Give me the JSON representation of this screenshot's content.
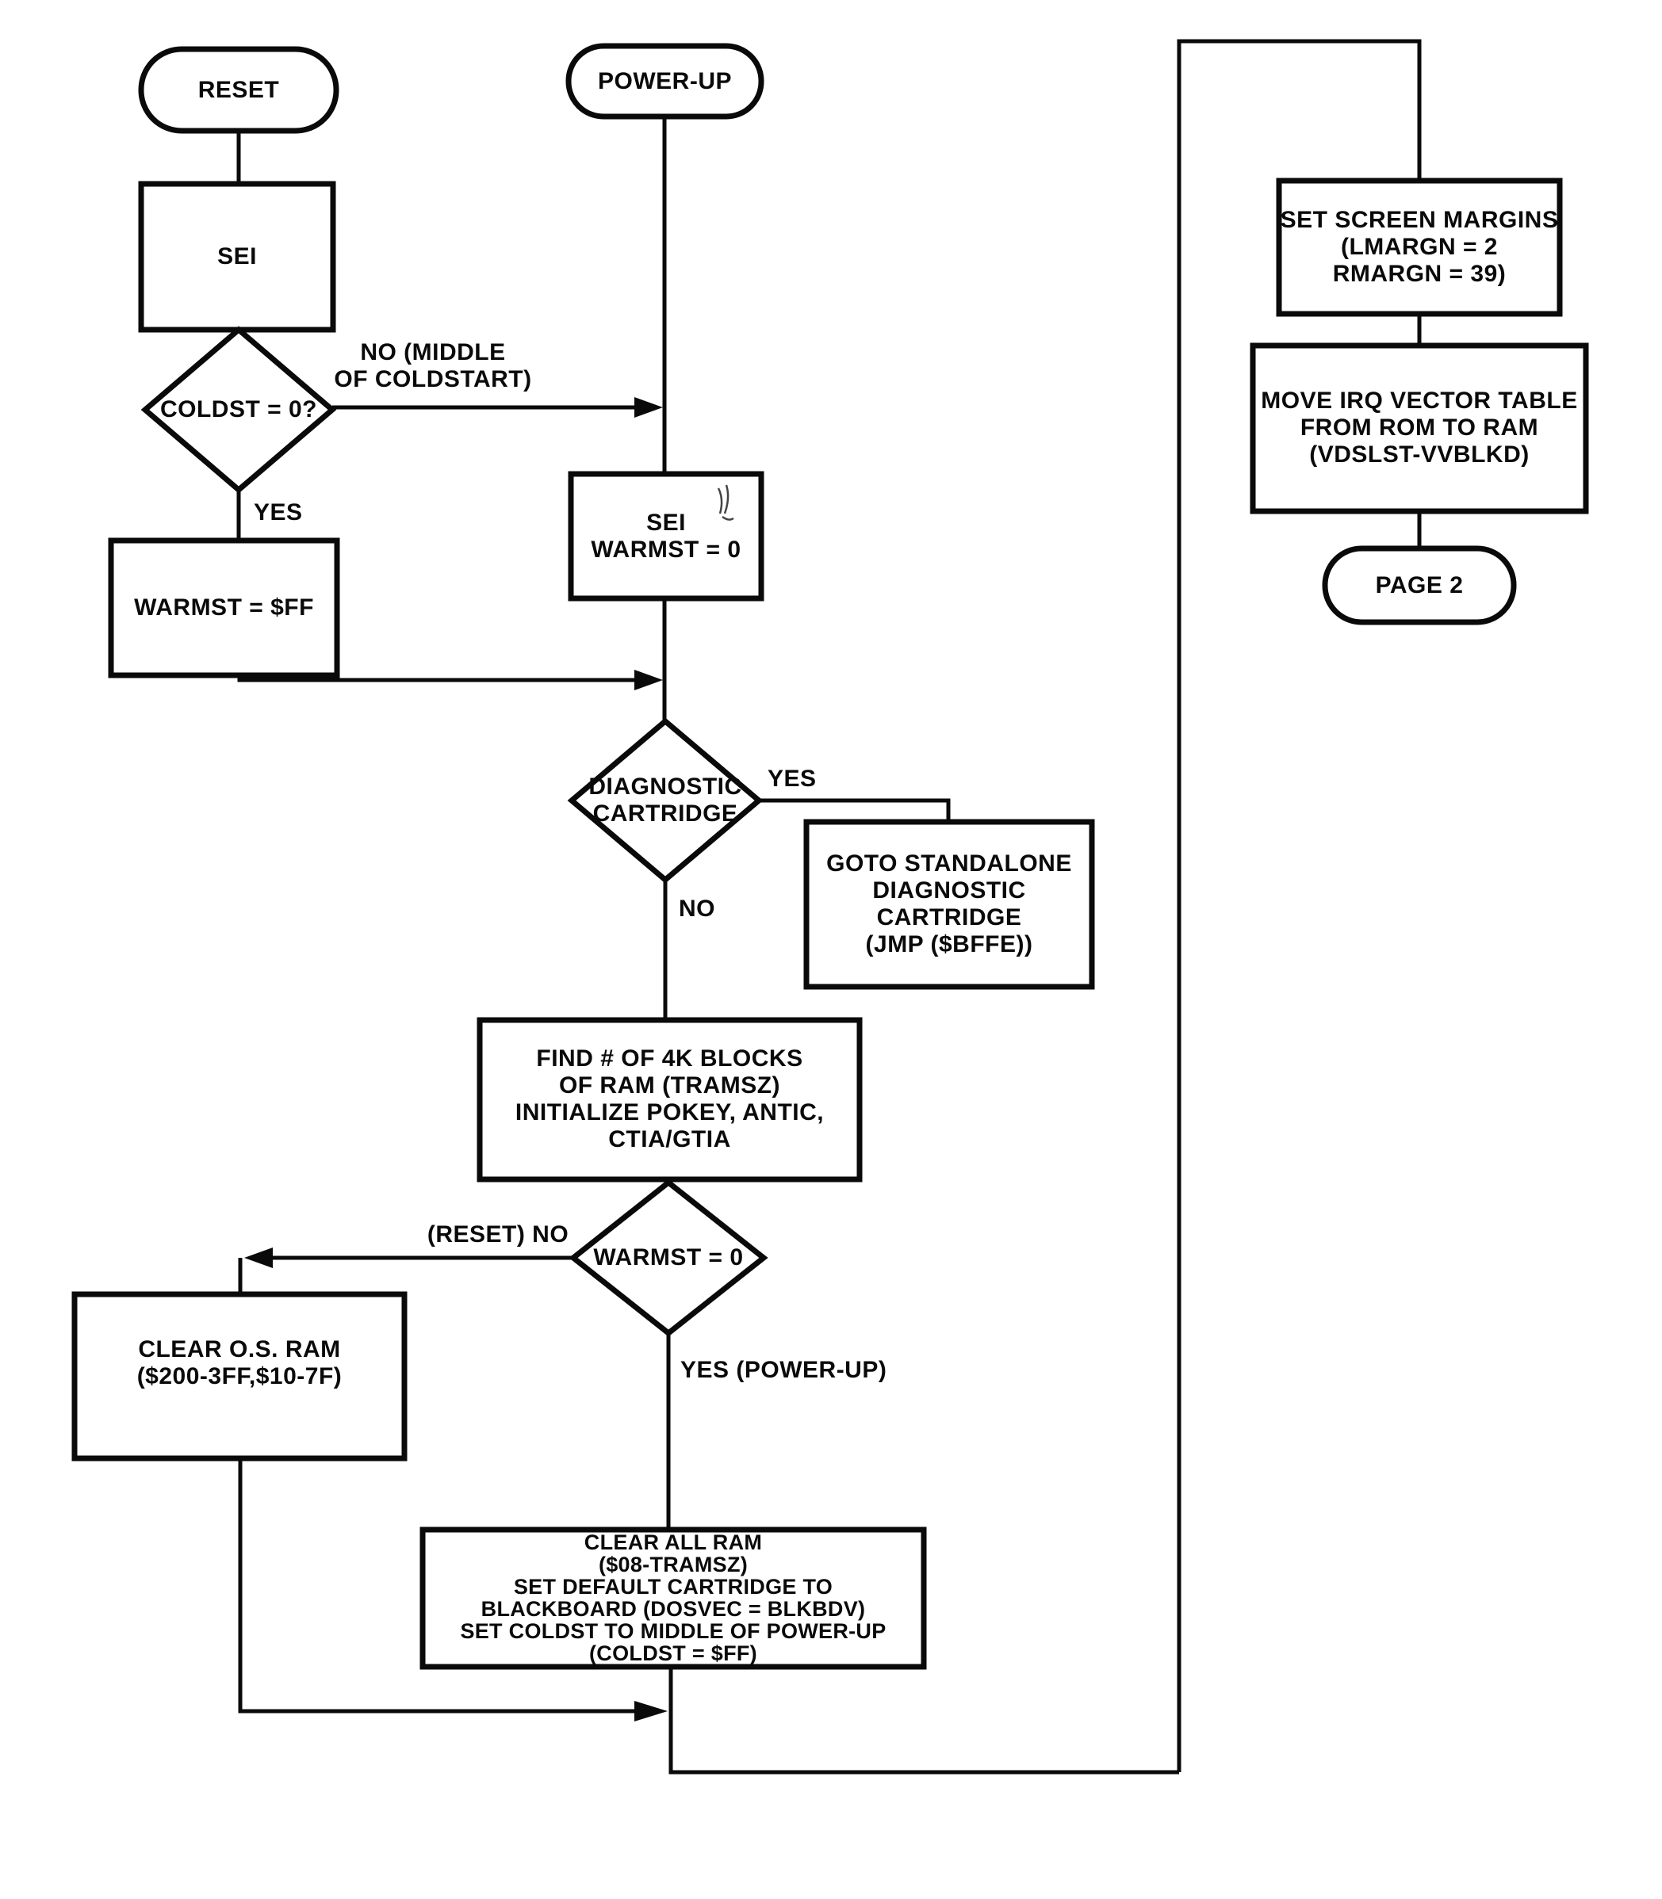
{
  "figure": {
    "type": "flowchart",
    "ink_color": "#0a0a0a",
    "paper_color": "#ffffff"
  },
  "terminals": {
    "reset": "RESET",
    "power_up": "POWER-UP",
    "page_2": "PAGE 2"
  },
  "processes": {
    "sei": "SEI",
    "warmst_ff": "WARMST = $FF",
    "sei_warmst_0": [
      "SEI",
      "WARMST = 0"
    ],
    "goto_diag": [
      "GOTO STANDALONE",
      "DIAGNOSTIC",
      "CARTRIDGE",
      "(JMP ($BFFE))"
    ],
    "find_ram": [
      "FIND # OF 4K BLOCKS",
      "OF RAM (TRAMSZ)",
      "INITIALIZE POKEY, ANTIC,",
      "CTIA/GTIA"
    ],
    "clear_os_ram": [
      "CLEAR O.S. RAM",
      "($200-3FF,$10-7F)"
    ],
    "clear_all_ram": [
      "CLEAR ALL RAM",
      "($08-TRAMSZ)",
      "SET DEFAULT CARTRIDGE TO",
      "BLACKBOARD (DOSVEC = BLKBDV)",
      "SET COLDST TO MIDDLE OF POWER-UP",
      "(COLDST = $FF)"
    ],
    "set_margins": [
      "SET SCREEN MARGINS",
      "(LMARGN = 2",
      "RMARGN = 39)"
    ],
    "move_irq": [
      "MOVE IRQ VECTOR TABLE",
      "FROM ROM TO RAM",
      "(VDSLST-VVBLKD)"
    ]
  },
  "decisions": {
    "coldst": "COLDST = 0?",
    "diagnostic": [
      "DIAGNOSTIC",
      "CARTRIDGE"
    ],
    "warmst": "WARMST = 0"
  },
  "edge_labels": {
    "coldst_no": [
      "NO (MIDDLE",
      "OF COLDSTART)"
    ],
    "coldst_yes": "YES",
    "diagnostic_yes": "YES",
    "diagnostic_no": "NO",
    "warmst_no": "(RESET) NO",
    "warmst_yes": "YES (POWER-UP)"
  }
}
